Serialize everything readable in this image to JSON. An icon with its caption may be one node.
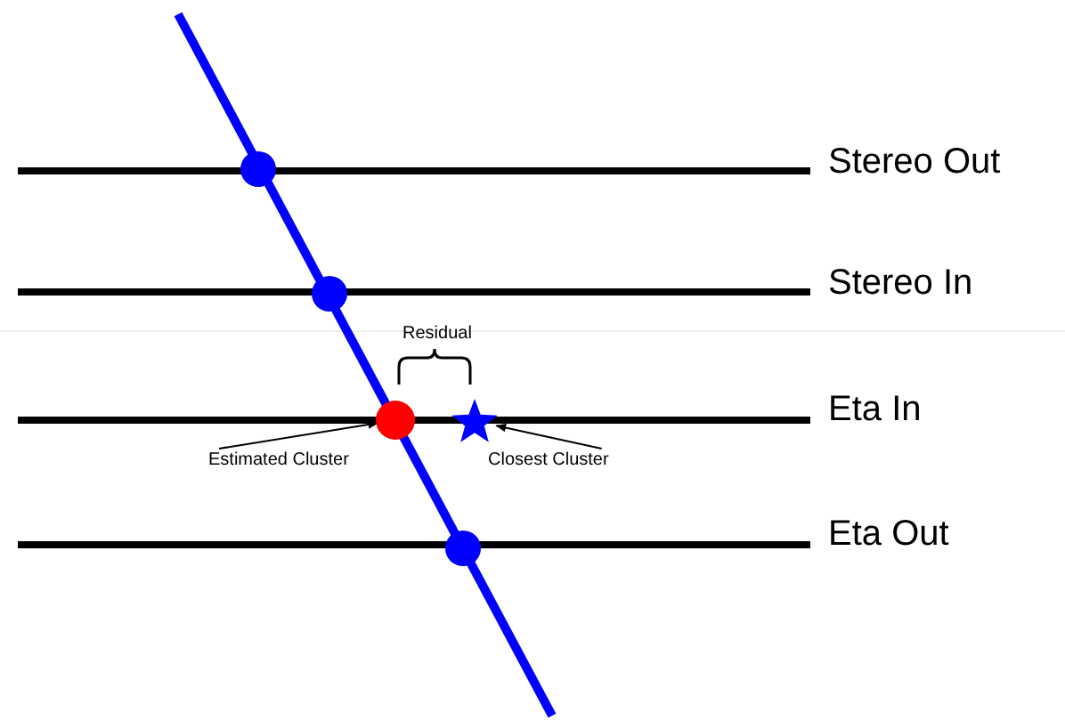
{
  "diagram": {
    "nodes": [
      {
        "text": [
          "Estimated Cluster"
        ]
      },
      {
        "text": [],
        "shape": "circle"
      },
      {
        "text": [
          "Closest Cluster"
        ]
      },
      {
        "text": [],
        "shape": "star"
      }
    ],
    "edges": [
      {
        "from": 0,
        "to": 1,
        "arrow": "to"
      },
      {
        "from": 2,
        "to": 3,
        "arrow": "to"
      }
    ],
    "labels": [
      "Stereo Out",
      "Stereo In",
      "Residual",
      "Eta In",
      "Eta Out"
    ]
  }
}
